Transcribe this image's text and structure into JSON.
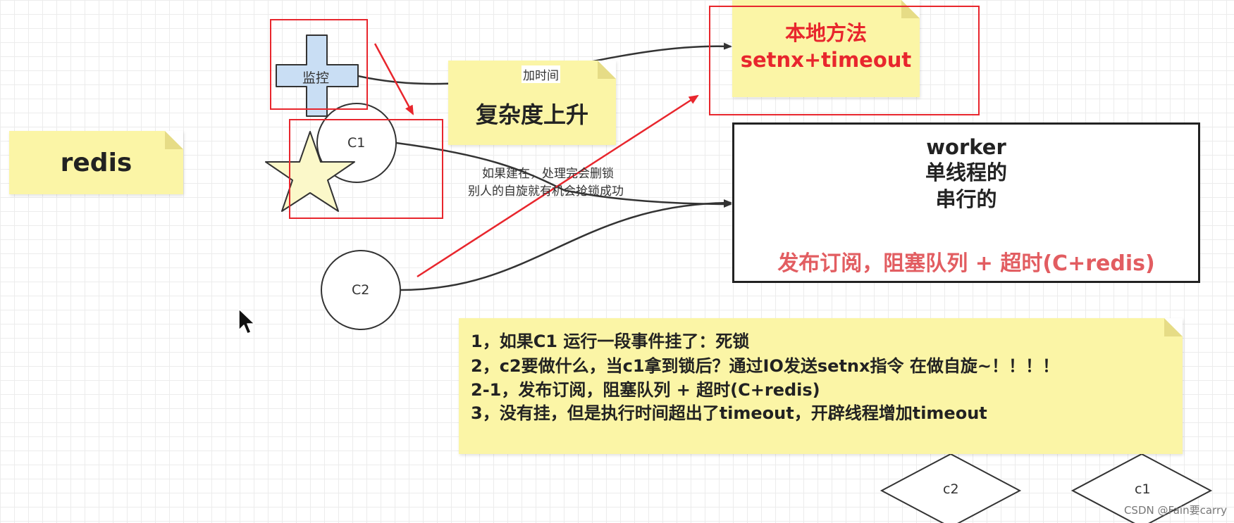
{
  "labels": {
    "redis": "redis",
    "monitor": "监控",
    "add_time": "加时间",
    "complexity": "复杂度上升",
    "local_method_line1": "本地方法",
    "local_method_line2": "setnx+timeout",
    "c1": "C1",
    "c2": "C2",
    "if_built_line1": "如果建在，处理完会删锁",
    "if_built_line2": "别人的自旋就有机会抢锁成功"
  },
  "worker": {
    "line1": "worker",
    "line2": "单线程的",
    "line3": "串行的",
    "accent": "发布订阅，阻塞队列 + 超时(C+redis)"
  },
  "notes_list": [
    "1，如果C1 运行一段事件挂了：死锁",
    "2，c2要做什么，当c1拿到锁后？通过IO发送setnx指令 在做自旋~！！！！",
    "2-1，发布订阅，阻塞队列 + 超时(C+redis)",
    "3，没有挂，但是执行时间超出了timeout，开辟线程增加timeout"
  ],
  "diamonds": {
    "left": "c2",
    "right": "c1"
  },
  "watermark": "CSDN @Fain要carry",
  "colors": {
    "note_yellow": "#fbf5a6",
    "highlight_red": "#e8262d",
    "accent_red": "#e25d61",
    "shape_blue": "#c9def4",
    "star_fill": "#fbf8c9"
  }
}
